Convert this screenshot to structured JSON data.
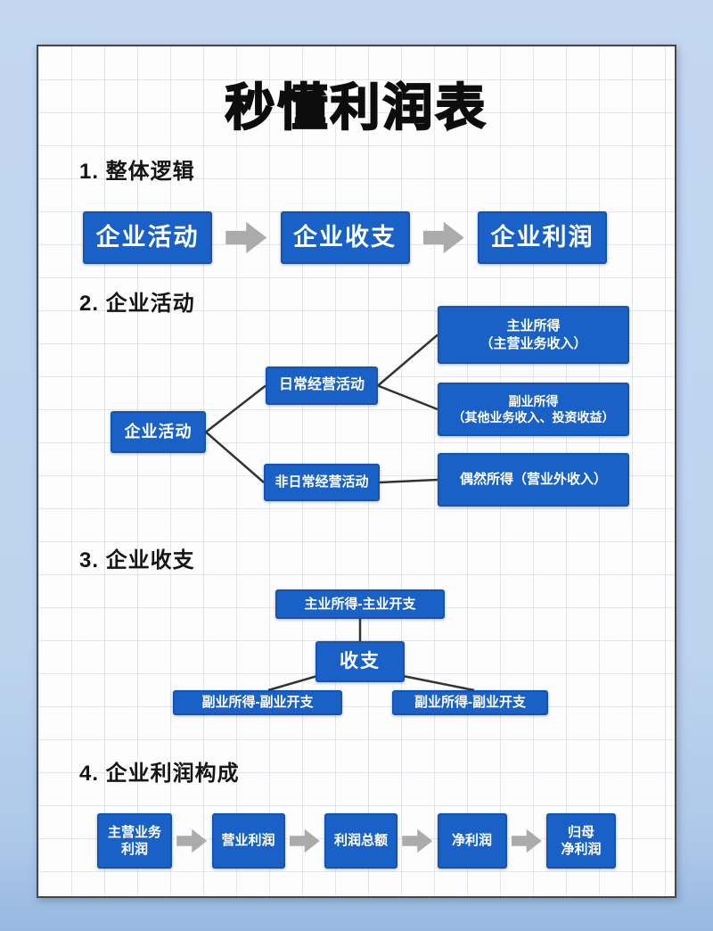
{
  "poster": {
    "title": "秒懂利润表"
  },
  "section1": {
    "heading": "1. 整体逻辑",
    "flow": [
      "企业活动",
      "企业收支",
      "企业利润"
    ]
  },
  "section2": {
    "heading": "2. 企业活动",
    "nodes": {
      "root": "企业活动",
      "daily": "日常经营活动",
      "non_daily": "非日常经营活动",
      "main_income": "主业所得\n（主营业务收入）",
      "side_income": "副业所得\n（其他业务收入、投资收益）",
      "occasional_income": "偶然所得（营业外收入）"
    }
  },
  "section3": {
    "heading": "3. 企业收支",
    "nodes": {
      "top": "主业所得-主业开支",
      "center": "收支",
      "bottom_left": "副业所得-副业开支",
      "bottom_right": "副业所得-副业开支"
    }
  },
  "section4": {
    "heading": "4. 企业利润构成",
    "flow": [
      "主营业务\n利润",
      "营业利润",
      "利润总额",
      "净利润",
      "归母\n净利润"
    ]
  },
  "colors": {
    "node_blue": "#1961C7",
    "node_border": "#1254AE",
    "arrow_gray": "#ABABAB",
    "connector_dark": "#333333",
    "page_background": "#BDD3EE",
    "card_background": "#FDFDFD"
  }
}
